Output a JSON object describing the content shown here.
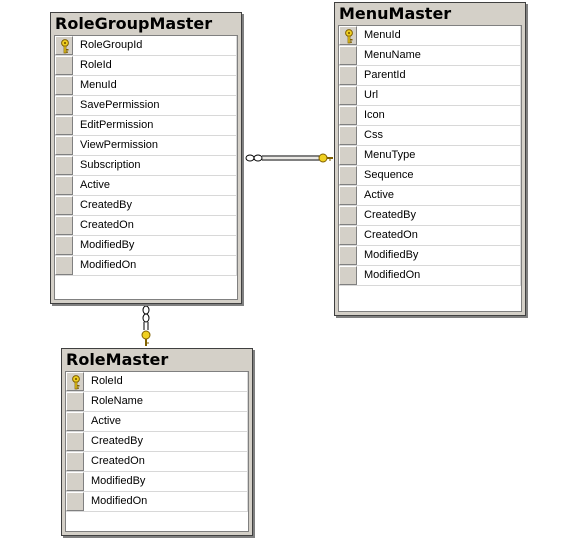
{
  "tables": {
    "role_group_master": {
      "title": "RoleGroupMaster",
      "columns": [
        {
          "name": "RoleGroupId",
          "primary_key": true
        },
        {
          "name": "RoleId",
          "primary_key": false
        },
        {
          "name": "MenuId",
          "primary_key": false
        },
        {
          "name": "SavePermission",
          "primary_key": false
        },
        {
          "name": "EditPermission",
          "primary_key": false
        },
        {
          "name": "ViewPermission",
          "primary_key": false
        },
        {
          "name": "Subscription",
          "primary_key": false
        },
        {
          "name": "Active",
          "primary_key": false
        },
        {
          "name": "CreatedBy",
          "primary_key": false
        },
        {
          "name": "CreatedOn",
          "primary_key": false
        },
        {
          "name": "ModifiedBy",
          "primary_key": false
        },
        {
          "name": "ModifiedOn",
          "primary_key": false
        }
      ]
    },
    "menu_master": {
      "title": "MenuMaster",
      "columns": [
        {
          "name": "MenuId",
          "primary_key": true
        },
        {
          "name": "MenuName",
          "primary_key": false
        },
        {
          "name": "ParentId",
          "primary_key": false
        },
        {
          "name": "Url",
          "primary_key": false
        },
        {
          "name": "Icon",
          "primary_key": false
        },
        {
          "name": "Css",
          "primary_key": false
        },
        {
          "name": "MenuType",
          "primary_key": false
        },
        {
          "name": "Sequence",
          "primary_key": false
        },
        {
          "name": "Active",
          "primary_key": false
        },
        {
          "name": "CreatedBy",
          "primary_key": false
        },
        {
          "name": "CreatedOn",
          "primary_key": false
        },
        {
          "name": "ModifiedBy",
          "primary_key": false
        },
        {
          "name": "ModifiedOn",
          "primary_key": false
        }
      ]
    },
    "role_master": {
      "title": "RoleMaster",
      "columns": [
        {
          "name": "RoleId",
          "primary_key": true
        },
        {
          "name": "RoleName",
          "primary_key": false
        },
        {
          "name": "Active",
          "primary_key": false
        },
        {
          "name": "CreatedBy",
          "primary_key": false
        },
        {
          "name": "CreatedOn",
          "primary_key": false
        },
        {
          "name": "ModifiedBy",
          "primary_key": false
        },
        {
          "name": "ModifiedOn",
          "primary_key": false
        }
      ]
    }
  },
  "relationships": [
    {
      "from": "role_group_master",
      "to": "menu_master",
      "many_end": "role_group_master",
      "one_end": "menu_master"
    },
    {
      "from": "role_group_master",
      "to": "role_master",
      "many_end": "role_group_master",
      "one_end": "role_master"
    }
  ],
  "colors": {
    "key_icon": "#f0d020",
    "key_icon_outline": "#806000",
    "relationship_line": "#000000",
    "table_frame": "#d4d0c8"
  },
  "icons": {
    "primary_key": "key-icon",
    "one_end": "key-icon",
    "many_end": "infinity-icon"
  }
}
